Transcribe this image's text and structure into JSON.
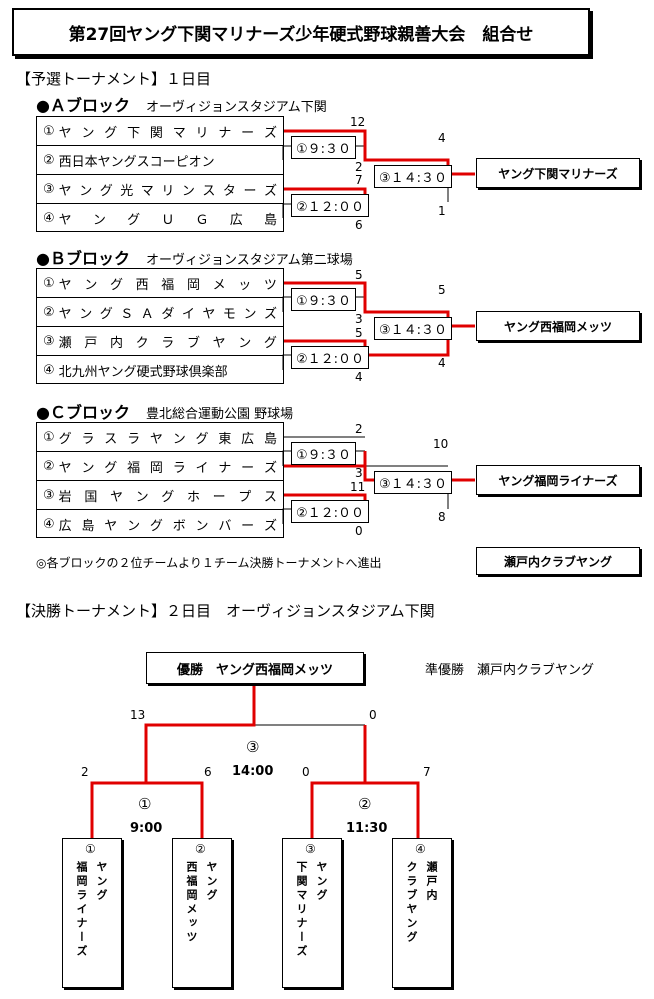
{
  "title": "第27回ヤング下関マリナーズ少年硬式野球親善大会　組合せ",
  "prelim": {
    "heading": "【予選トーナメント】１日目",
    "blocks": [
      {
        "name": "●Ａブロック",
        "venue": "オーヴィジョンスタジアム下関",
        "teams": [
          {
            "num": "①",
            "name": "ヤング下関マリナーズ"
          },
          {
            "num": "②",
            "name": "西日本ヤングスコーピオン"
          },
          {
            "num": "③",
            "name": "ヤング光マリンスターズ"
          },
          {
            "num": "④",
            "name": "ヤングＵＧ広島"
          }
        ],
        "match1": "①９:３０",
        "match2": "②１２:００",
        "match3": "③１４:３０",
        "scores": [
          "12",
          "2",
          "7",
          "6",
          "4",
          "1"
        ],
        "winner": "ヤング下関マリナーズ"
      },
      {
        "name": "●Ｂブロック",
        "venue": "オーヴィジョンスタジアム第二球場",
        "teams": [
          {
            "num": "①",
            "name": "ヤング西福岡メッツ"
          },
          {
            "num": "②",
            "name": "ヤングＳＡダイヤモンズ"
          },
          {
            "num": "③",
            "name": "瀬戸内クラブヤング"
          },
          {
            "num": "④",
            "name": "北九州ヤング硬式野球倶楽部"
          }
        ],
        "match1": "①９:３０",
        "match2": "②１２:００",
        "match3": "③１４:３０",
        "scores": [
          "5",
          "3",
          "5",
          "4",
          "5",
          "4"
        ],
        "winner": "ヤング西福岡メッツ"
      },
      {
        "name": "●Ｃブロック",
        "venue": "豊北総合運動公園 野球場",
        "teams": [
          {
            "num": "①",
            "name": "グラスラヤング東広島"
          },
          {
            "num": "②",
            "name": "ヤング福岡ライナーズ"
          },
          {
            "num": "③",
            "name": "岩国ヤングホープス"
          },
          {
            "num": "④",
            "name": "広島ヤングボンバーズ"
          }
        ],
        "match1": "①９:３０",
        "match2": "②１２:００",
        "match3": "③１４:３０",
        "scores": [
          "2",
          "3",
          "11",
          "0",
          "10",
          "8"
        ],
        "winner": "ヤング福岡ライナーズ"
      }
    ],
    "note": "◎各ブロックの２位チームより１チーム決勝トーナメントへ進出",
    "wildcard": "瀬戸内クラブヤング"
  },
  "final": {
    "heading": "【決勝トーナメント】２日目　オーヴィジョンスタジアム下関",
    "champion": "優勝　ヤング西福岡メッツ",
    "runner_up": "準優勝　瀬戸内クラブヤング",
    "match1": {
      "num": "①",
      "time": "9:00",
      "left_score": "2",
      "right_score": "6"
    },
    "match2": {
      "num": "②",
      "time": "11:30",
      "left_score": "0",
      "right_score": "7"
    },
    "match3": {
      "num": "③",
      "time": "14:00",
      "left_score": "13",
      "right_score": "0"
    },
    "teams": [
      {
        "num": "①",
        "col1": "ヤング",
        "col2": "福岡ライナーズ"
      },
      {
        "num": "②",
        "col1": "ヤング",
        "col2": "西福岡メッツ"
      },
      {
        "num": "③",
        "col1": "ヤング",
        "col2": "下関マリナーズ"
      },
      {
        "num": "④",
        "col1": "瀬戸内",
        "col2": "クラブヤング"
      }
    ]
  }
}
